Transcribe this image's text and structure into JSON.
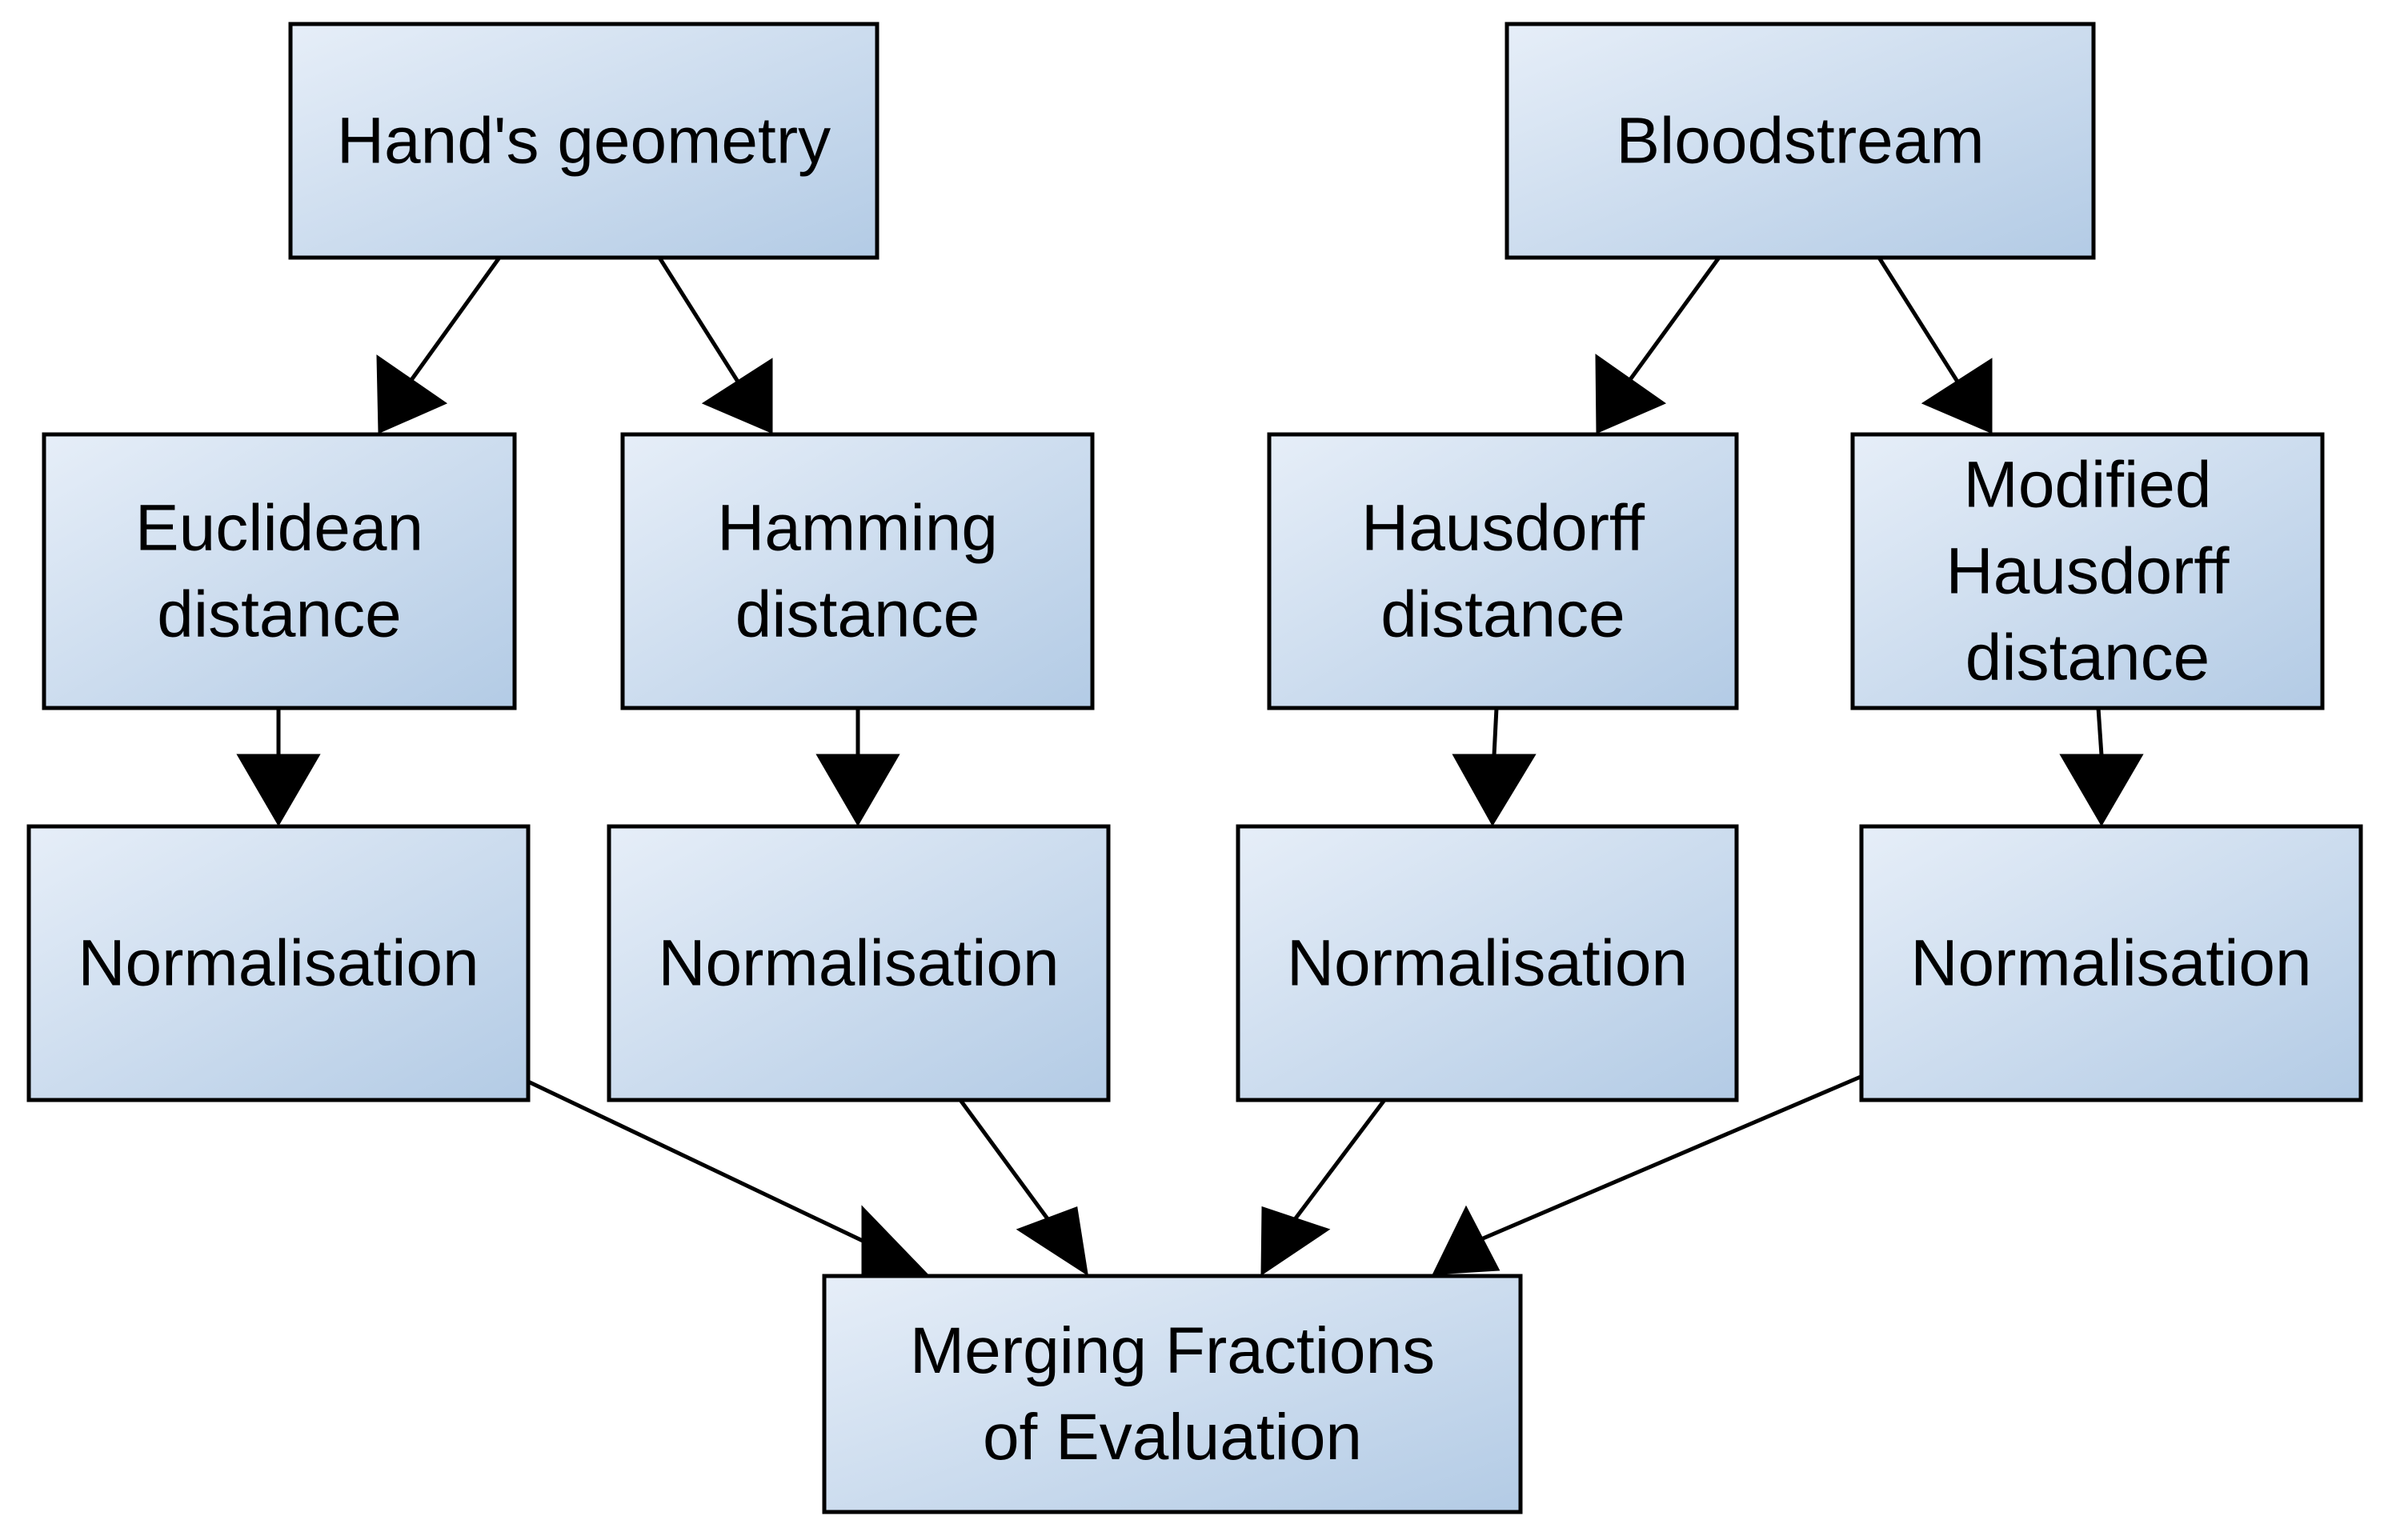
{
  "nodes": {
    "hands_geometry": [
      "Hand's geometry"
    ],
    "bloodstream": [
      "Bloodstream"
    ],
    "euclidean": [
      "Euclidean",
      "distance"
    ],
    "hamming": [
      "Hamming",
      "distance"
    ],
    "hausdorff": [
      "Hausdorff",
      "distance"
    ],
    "modified_hausdorff": [
      "Modified",
      "Hausdorff",
      "distance"
    ],
    "norm_1": [
      "Normalisation"
    ],
    "norm_2": [
      "Normalisation"
    ],
    "norm_3": [
      "Normalisation"
    ],
    "norm_4": [
      "Normalisation"
    ],
    "merging": [
      "Merging Fractions",
      "of Evaluation"
    ]
  },
  "edges": [
    {
      "from": "hands_geometry",
      "to": "euclidean"
    },
    {
      "from": "hands_geometry",
      "to": "hamming"
    },
    {
      "from": "bloodstream",
      "to": "hausdorff"
    },
    {
      "from": "bloodstream",
      "to": "modified_hausdorff"
    },
    {
      "from": "euclidean",
      "to": "norm_1"
    },
    {
      "from": "hamming",
      "to": "norm_2"
    },
    {
      "from": "hausdorff",
      "to": "norm_3"
    },
    {
      "from": "modified_hausdorff",
      "to": "norm_4"
    },
    {
      "from": "norm_1",
      "to": "merging"
    },
    {
      "from": "norm_2",
      "to": "merging"
    },
    {
      "from": "norm_3",
      "to": "merging"
    },
    {
      "from": "norm_4",
      "to": "merging"
    }
  ],
  "colors": {
    "box_gradient_start": "#e6eef8",
    "box_gradient_end": "#b3cbe5",
    "stroke": "#000000"
  }
}
